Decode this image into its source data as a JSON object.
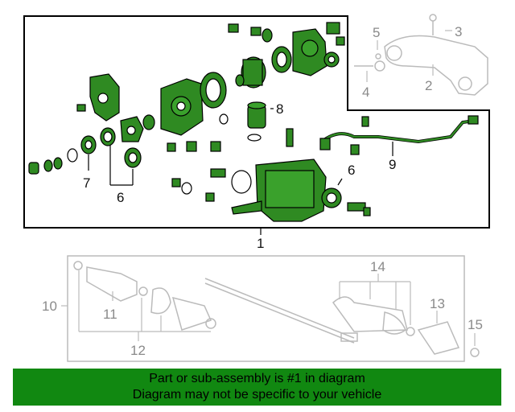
{
  "callouts": {
    "c1": "1",
    "c2": "2",
    "c3": "3",
    "c4": "4",
    "c5": "5",
    "c6a": "6",
    "c6b": "6",
    "c7": "7",
    "c8": "8",
    "c9": "9",
    "c10": "10",
    "c11": "11",
    "c12": "12",
    "c13": "13",
    "c14": "14",
    "c15": "15"
  },
  "banner": {
    "line1": "Part or sub-assembly is #1 in diagram",
    "line2": "Diagram may not be specific to your vehicle"
  },
  "colors": {
    "part_fill": "#2f8a22",
    "outline": "#000000",
    "secondary": "#bbbbbb",
    "banner_bg": "#118811"
  }
}
